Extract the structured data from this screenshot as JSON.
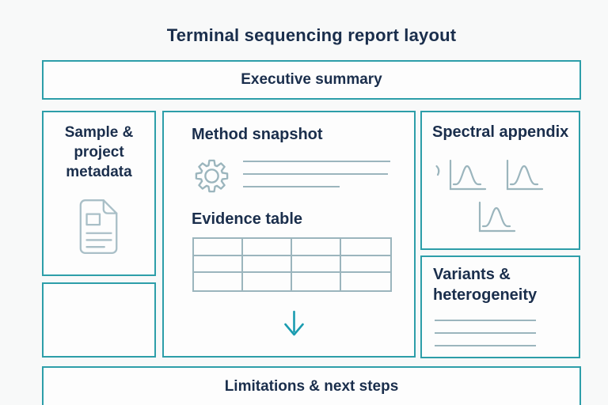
{
  "title": "Terminal sequencing report layout",
  "colors": {
    "bg": "#f8f9f9",
    "box_bg": "#fdfdfd",
    "accent_teal": "#2d9ea9",
    "navy": "#1a2e4c",
    "icon_gray": "#9bb5bd",
    "doc_icon_gray": "#a9bfc7",
    "arrow_teal": "#1a9cb0"
  },
  "boxes": {
    "executive_summary": {
      "label": "Executive summary"
    },
    "sample_metadata": {
      "label": "Sample & project metadata",
      "icon": "document-icon"
    },
    "empty_placeholder": {
      "label": ""
    },
    "method_snapshot": {
      "heading": "Method snapshot",
      "icon": "gear-icon",
      "placeholder_lines": 3
    },
    "evidence_table": {
      "heading": "Evidence table",
      "icon": "table-grid-icon",
      "rows": 3,
      "cols": 4
    },
    "flow_arrow": {
      "icon": "down-arrow-icon"
    },
    "spectral_appendix": {
      "label": "Spectral appendix",
      "icon": "spectrum-chart-icon",
      "chart_icon_count": 3
    },
    "variants_heterogeneity": {
      "label": "Variants & heterogeneity",
      "placeholder_lines": 3
    },
    "limitations": {
      "label": "Limitations & next steps"
    }
  }
}
